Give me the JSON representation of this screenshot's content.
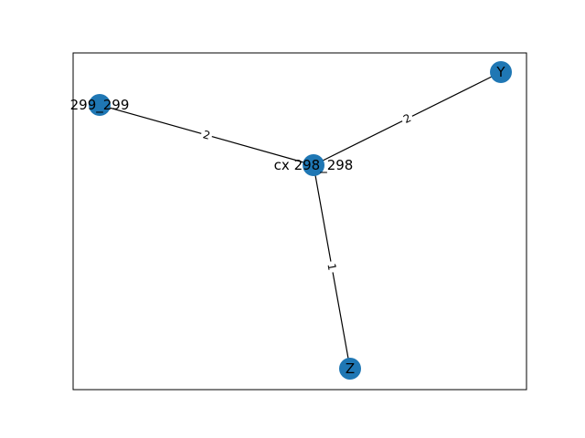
{
  "graph": {
    "nodes": [
      {
        "id": "299_299",
        "label": "299_299"
      },
      {
        "id": "cx 298_298",
        "label": "cx 298_298"
      },
      {
        "id": "Y",
        "label": "Y"
      },
      {
        "id": "Z",
        "label": "Z"
      }
    ],
    "edges": [
      {
        "source": "299_299",
        "target": "cx 298_298",
        "label": "2"
      },
      {
        "source": "cx 298_298",
        "target": "Y",
        "label": "2"
      },
      {
        "source": "cx 298_298",
        "target": "Z",
        "label": "1"
      }
    ],
    "colors": {
      "node_fill": "#1f77b4",
      "edge": "#000000",
      "frame": "#000000",
      "text": "#000000"
    }
  }
}
